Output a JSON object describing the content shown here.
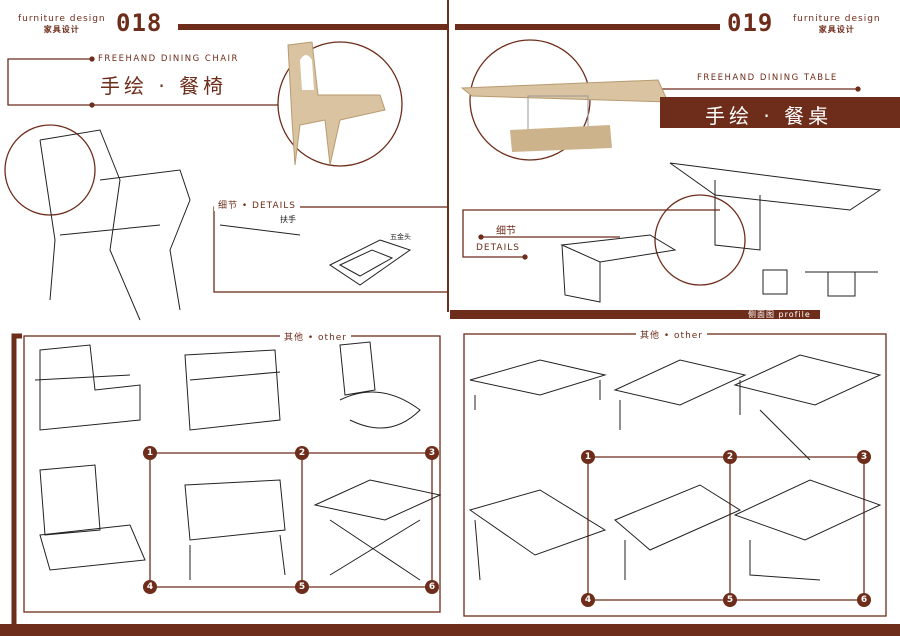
{
  "left_page": {
    "brand_en": "furniture design",
    "brand_cn": "家具设计",
    "page_number": "018",
    "subtitle": "FREEHAND DINING CHAIR",
    "title": "手绘 · 餐椅",
    "details_label": "细节 • DETAILS",
    "sketch_notes": [
      "扶手",
      "五金头"
    ],
    "other_label": "其他 • other",
    "markers": [
      "1",
      "2",
      "3",
      "4",
      "5",
      "6"
    ]
  },
  "right_page": {
    "brand_en": "furniture design",
    "brand_cn": "家具设计",
    "page_number": "019",
    "subtitle": "FREEHAND DINING TABLE",
    "title": "手绘 · 餐桌",
    "details_cn": "细节",
    "details_en": "DETAILS",
    "profile_label": "侧面图  profile",
    "other_label": "其他 • other",
    "markers": [
      "1",
      "2",
      "3",
      "4",
      "5",
      "6"
    ]
  },
  "colors": {
    "accent": "#6e2c1a",
    "wood": "#d9c3a0"
  }
}
